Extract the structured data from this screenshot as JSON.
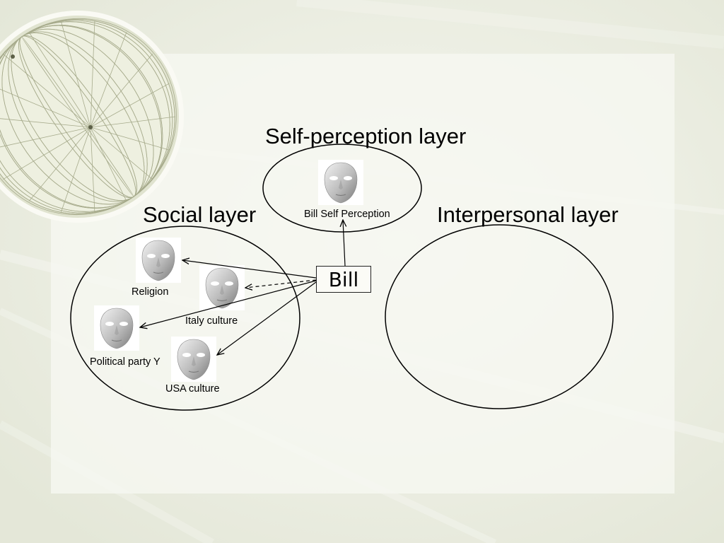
{
  "diagram": {
    "layers": {
      "self_perception": {
        "title": "Self-perception layer"
      },
      "social": {
        "title": "Social layer"
      },
      "interpersonal": {
        "title": "Interpersonal layer"
      }
    },
    "center": {
      "label": "Bill"
    },
    "masks": [
      {
        "id": "bill-self-perception",
        "label": "Bill Self Perception"
      },
      {
        "id": "religion",
        "label": "Religion"
      },
      {
        "id": "italy-culture",
        "label": "Italy culture"
      },
      {
        "id": "political-party",
        "label": "Political party Y"
      },
      {
        "id": "usa-culture",
        "label": "USA culture"
      }
    ],
    "colors": {
      "background": "#eceee2",
      "panel": "#f6f7f1",
      "stroke": "#000000"
    }
  }
}
